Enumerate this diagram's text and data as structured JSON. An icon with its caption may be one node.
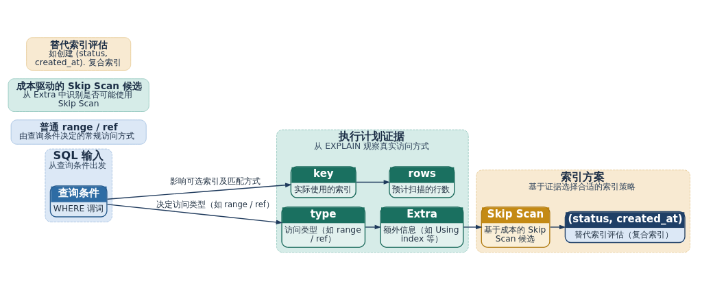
{
  "diagram": {
    "nodes": [
      {
        "text": [
          "SQL 输入",
          "从查询条件出发"
        ]
      },
      {
        "text": [
          "查询条件",
          "WHERE 谓词"
        ],
        "in": 0
      },
      {
        "text": [
          "执行计划证据",
          "从 EXPLAIN 观察真实访问方式"
        ]
      },
      {
        "text": [
          "key",
          "实际使用的索引"
        ],
        "in": 2
      },
      {
        "text": [
          "rows",
          "预计扫描的行数"
        ],
        "in": 2
      },
      {
        "text": [
          "type",
          "访问类型（如 range / ref）"
        ],
        "in": 2
      },
      {
        "text": [
          "Extra",
          "额外信息（如 Using index 等）"
        ],
        "in": 2
      },
      {
        "text": [
          "索引方案",
          "基于证据选择合适的索引策略"
        ]
      },
      {
        "text": [
          "Skip Scan",
          "基于成本的 Skip Scan 候选"
        ],
        "in": 7
      },
      {
        "text": [
          "(status, created_at)",
          "替代索引评估（复合索引）"
        ],
        "in": 7
      },
      {
        "text": [
          "普通 range / ref",
          "由查询条件决定的常规访问方式"
        ]
      },
      {
        "text": [
          "成本驱动的 Skip Scan 候选",
          "从 Extra 中识别是否可能使用 Skip Scan"
        ]
      },
      {
        "text": [
          "替代索引评估",
          "如创建 (status, created_at). 复合索引"
        ]
      }
    ],
    "edges": [
      {
        "from": 1,
        "to": 3,
        "arrow": "to",
        "label": "影响可选索引及匹配方式"
      },
      {
        "from": 1,
        "to": 5,
        "arrow": "to",
        "label": "决定访问类型（如 range / ref）"
      },
      {
        "from": 3,
        "to": 4,
        "arrow": "to"
      },
      {
        "from": 5,
        "to": 6,
        "arrow": "to"
      },
      {
        "from": 6,
        "to": 8,
        "arrow": "to"
      },
      {
        "from": 8,
        "to": 9,
        "arrow": "to"
      }
    ]
  }
}
